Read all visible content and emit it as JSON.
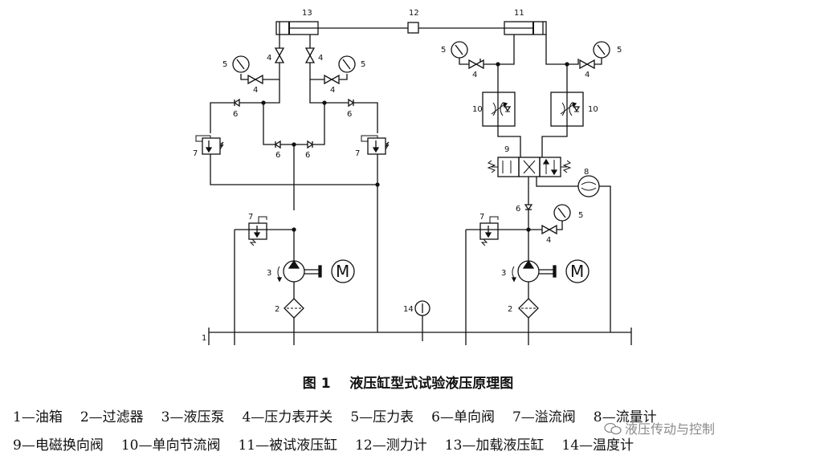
{
  "labels": {
    "c13": "13",
    "c12": "12",
    "c11": "11",
    "v4": "4",
    "g5": "5",
    "c6": "6",
    "r7": "7",
    "f8": "8",
    "d9": "9",
    "t10": "10",
    "p3": "3",
    "fl2": "2",
    "th14": "14",
    "tank1": "1",
    "motor": "M"
  },
  "caption": {
    "fig": "图 1",
    "title": "液压缸型式试验液压原理图"
  },
  "legend": {
    "row1": [
      "1—油箱",
      "2—过滤器",
      "3—液压泵",
      "4—压力表开关",
      "5—压力表",
      "6—单向阀",
      "7—溢流阀",
      "8—流量计"
    ],
    "row2": [
      "9—电磁换向阀",
      "10—单向节流阀",
      "11—被试液压缸",
      "12—测力计",
      "13—加载液压缸",
      "14—温度计"
    ]
  },
  "watermark": "液压传动与控制"
}
